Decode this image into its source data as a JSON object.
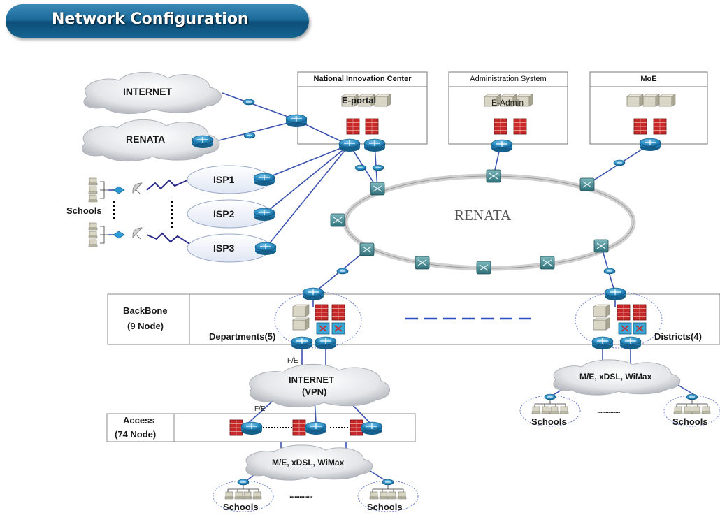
{
  "title": "Network Configuration",
  "centers": {
    "nic": "National Innovation Center",
    "admin": "Administration System",
    "moe": "MoE"
  },
  "servers": {
    "eportal": "E-portal",
    "eadmin": "E-Admin"
  },
  "clouds": {
    "internet_top": "INTERNET",
    "renata_top": "RENATA",
    "isp1": "ISP1",
    "isp2": "ISP2",
    "isp3": "ISP3",
    "internet_vpn_line1": "INTERNET",
    "internet_vpn_line2": "(VPN)",
    "access_cloud_right": "M/E, xDSL, WiMax",
    "access_cloud_bottom": "M/E, xDSL, WiMax"
  },
  "ring_label": "RENATA",
  "schools_label": "Schools",
  "backbone": {
    "line1": "BackBone",
    "line2": "(9 Node)",
    "departments": "Departments(5)",
    "districts": "Districts(4)"
  },
  "access": {
    "line1": "Access",
    "line2": "(74 Node)"
  },
  "fe_label": "F/E",
  "dots": "..............",
  "colors": {
    "title_bg": "#17648f",
    "router": "#2c8fc4",
    "switch": "#3d8e99",
    "firewall": "#c62828",
    "link": "#3b53b0",
    "ring": "#c8c8c8"
  }
}
